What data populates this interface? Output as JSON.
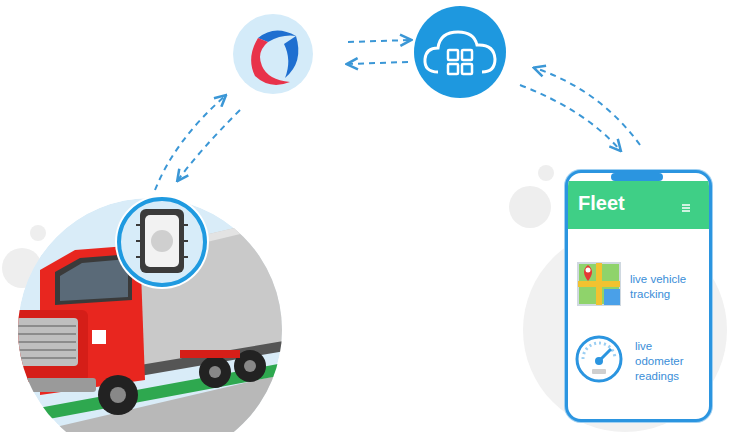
{
  "diagram": {
    "nodes": [
      {
        "text": [
          "Fleet",
          "live vehicle tracking",
          "live odometer readings"
        ]
      }
    ]
  }
}
